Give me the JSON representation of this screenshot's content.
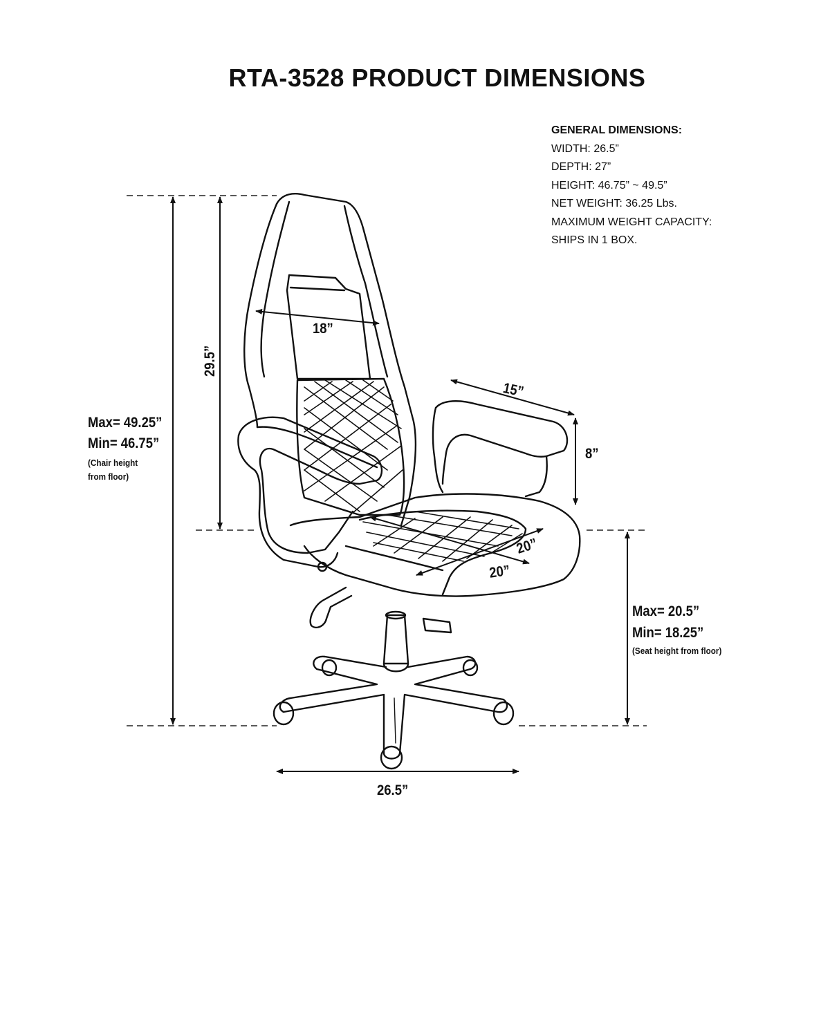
{
  "title": "RTA-3528 PRODUCT DIMENSIONS",
  "general": {
    "heading": "GENERAL DIMENSIONS:",
    "width": "WIDTH: 26.5”",
    "depth": "DEPTH: 27”",
    "height": "HEIGHT: 46.75” ~ 49.5”",
    "net_weight": "NET WEIGHT: 36.25 Lbs.",
    "max_capacity": "MAXIMUM WEIGHT CAPACITY:",
    "ships": "SHIPS IN 1 BOX."
  },
  "callouts": {
    "back_width": "18”",
    "back_height": "29.5”",
    "arm_length": "15”",
    "arm_height": "8”",
    "seat_depth": "20”",
    "seat_width": "20”",
    "base_width": "26.5”"
  },
  "chair_height": {
    "max": "Max= 49.25”",
    "min": "Min= 46.75”",
    "note_line1": "(Chair height",
    "note_line2": "from floor)"
  },
  "seat_height": {
    "max": "Max= 20.5”",
    "min": "Min= 18.25”",
    "note": "(Seat height from floor)"
  }
}
